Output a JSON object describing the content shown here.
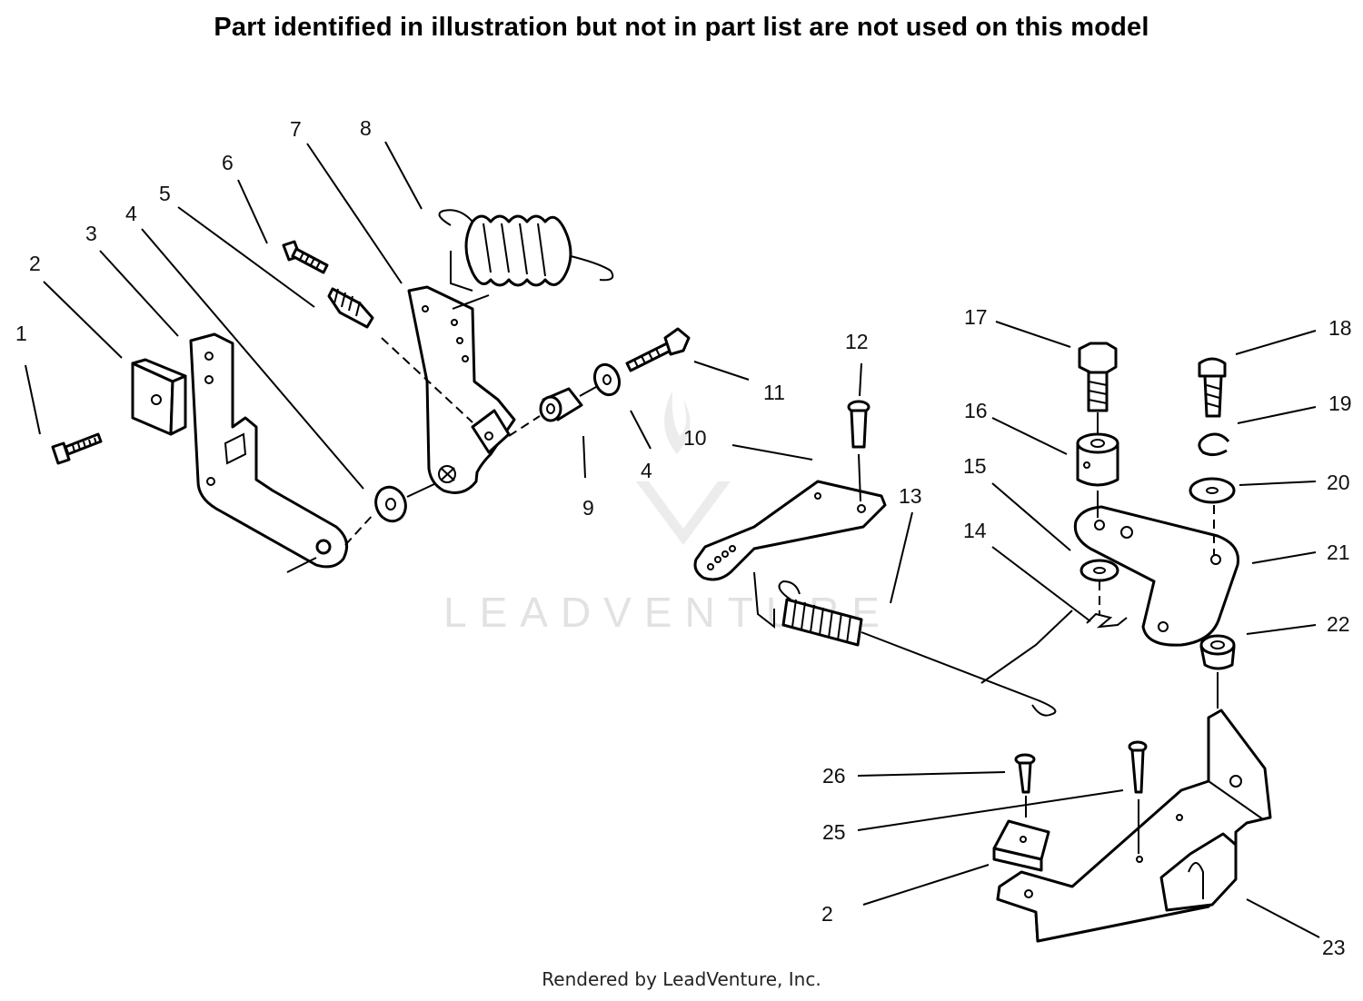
{
  "heading": "Part identified in illustration but not in part list are not used on this model",
  "footer": "Rendered by LeadVenture, Inc.",
  "watermark": "LEADVENTURE",
  "callouts": [
    {
      "id": "c1",
      "text": "1"
    },
    {
      "id": "c2a",
      "text": "2"
    },
    {
      "id": "c3",
      "text": "3"
    },
    {
      "id": "c4a",
      "text": "4"
    },
    {
      "id": "c5",
      "text": "5"
    },
    {
      "id": "c6",
      "text": "6"
    },
    {
      "id": "c7",
      "text": "7"
    },
    {
      "id": "c8",
      "text": "8"
    },
    {
      "id": "c9",
      "text": "9"
    },
    {
      "id": "c4b",
      "text": "4"
    },
    {
      "id": "c10",
      "text": "10"
    },
    {
      "id": "c11",
      "text": "11"
    },
    {
      "id": "c12",
      "text": "12"
    },
    {
      "id": "c13",
      "text": "13"
    },
    {
      "id": "c14",
      "text": "14"
    },
    {
      "id": "c15",
      "text": "15"
    },
    {
      "id": "c16",
      "text": "16"
    },
    {
      "id": "c17",
      "text": "17"
    },
    {
      "id": "c18",
      "text": "18"
    },
    {
      "id": "c19",
      "text": "19"
    },
    {
      "id": "c20",
      "text": "20"
    },
    {
      "id": "c21",
      "text": "21"
    },
    {
      "id": "c22",
      "text": "22"
    },
    {
      "id": "c23",
      "text": "23"
    },
    {
      "id": "c26",
      "text": "26"
    },
    {
      "id": "c25",
      "text": "25"
    },
    {
      "id": "c2b",
      "text": "2"
    }
  ]
}
